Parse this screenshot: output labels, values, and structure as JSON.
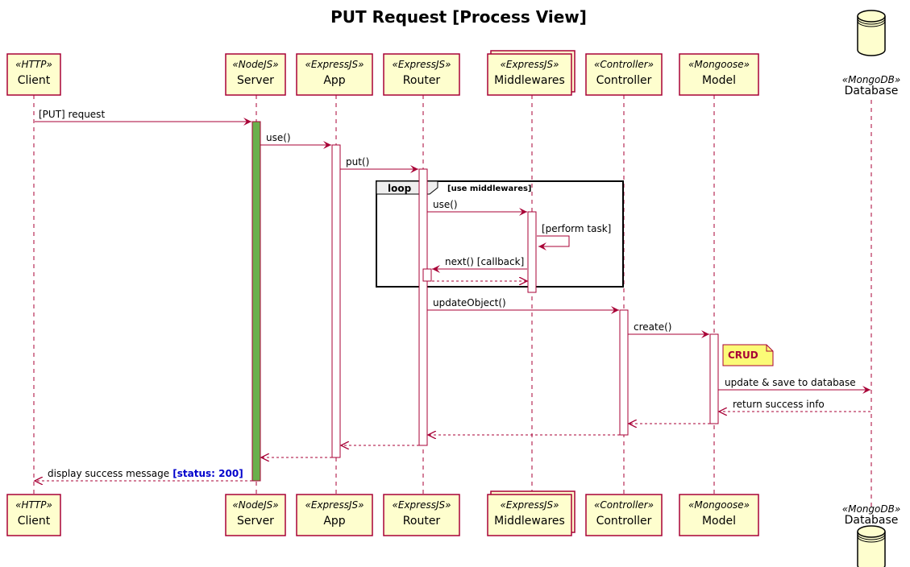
{
  "title": "PUT Request [Process View]",
  "colors": {
    "accent": "#A80036",
    "participant_fill": "#FEFECE",
    "server_activation": "#6AB04C",
    "note_fill": "#FBFB77",
    "status_text": "#0000CC"
  },
  "participants": [
    {
      "id": "client",
      "stereotype": "«HTTP»",
      "name": "Client"
    },
    {
      "id": "server",
      "stereotype": "«NodeJS»",
      "name": "Server"
    },
    {
      "id": "app",
      "stereotype": "«ExpressJS»",
      "name": "App"
    },
    {
      "id": "router",
      "stereotype": "«ExpressJS»",
      "name": "Router"
    },
    {
      "id": "middlewares",
      "stereotype": "«ExpressJS»",
      "name": "Middlewares"
    },
    {
      "id": "controller",
      "stereotype": "«Controller»",
      "name": "Controller"
    },
    {
      "id": "model",
      "stereotype": "«Mongoose»",
      "name": "Model"
    },
    {
      "id": "database",
      "stereotype": "«MongoDB»",
      "name": "Database"
    }
  ],
  "loop": {
    "keyword": "loop",
    "condition": "[use middlewares]"
  },
  "note": {
    "text": "CRUD"
  },
  "messages": [
    {
      "id": "put-request",
      "from": "client",
      "to": "server",
      "label": "[PUT] request",
      "dashed": false
    },
    {
      "id": "app-use",
      "from": "server",
      "to": "app",
      "label": "use()",
      "dashed": false
    },
    {
      "id": "router-put",
      "from": "app",
      "to": "router",
      "label": "put()",
      "dashed": false
    },
    {
      "id": "mw-use",
      "from": "router",
      "to": "middlewares",
      "label": "use()",
      "dashed": false
    },
    {
      "id": "perform-task",
      "from": "middlewares",
      "to": "middlewares",
      "label": "[perform task]",
      "dashed": false
    },
    {
      "id": "next-callback",
      "from": "middlewares",
      "to": "router",
      "label": "next() [callback]",
      "dashed": false
    },
    {
      "id": "next-return",
      "from": "router",
      "to": "middlewares",
      "label": "",
      "dashed": true
    },
    {
      "id": "update-object",
      "from": "router",
      "to": "controller",
      "label": "updateObject()",
      "dashed": false
    },
    {
      "id": "create",
      "from": "controller",
      "to": "model",
      "label": "create()",
      "dashed": false
    },
    {
      "id": "update-save",
      "from": "model",
      "to": "database",
      "label": "update & save to database",
      "dashed": false
    },
    {
      "id": "return-success",
      "from": "database",
      "to": "model",
      "label": "return success info",
      "dashed": true
    },
    {
      "id": "model-return",
      "from": "model",
      "to": "controller",
      "label": "",
      "dashed": true
    },
    {
      "id": "controller-return",
      "from": "controller",
      "to": "router",
      "label": "",
      "dashed": true
    },
    {
      "id": "router-return",
      "from": "router",
      "to": "app",
      "label": "",
      "dashed": true
    },
    {
      "id": "app-return",
      "from": "app",
      "to": "server",
      "label": "",
      "dashed": true
    },
    {
      "id": "display-success",
      "from": "server",
      "to": "client",
      "label": "display success message",
      "status": "[status: 200]",
      "dashed": true
    }
  ]
}
